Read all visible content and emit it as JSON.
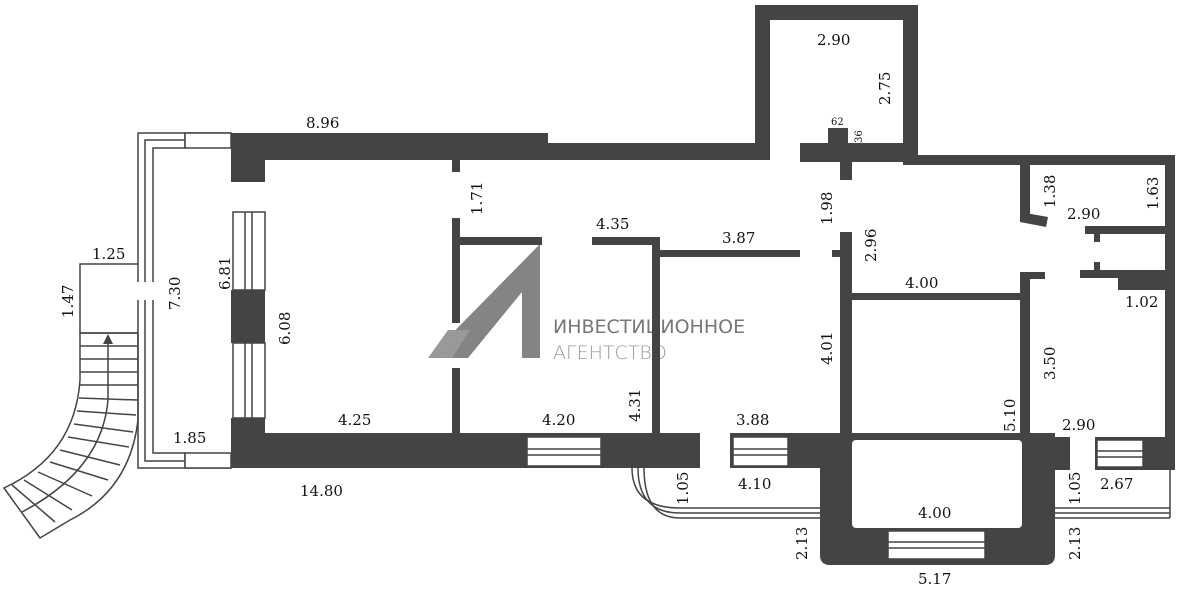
{
  "logo": {
    "line1": "ИНВЕСТИЦИОННОЕ",
    "line2": "АГЕНТСТВО",
    "mark": "A1"
  },
  "colors": {
    "wall": "#444444",
    "logo": "#777777"
  },
  "dimensions": {
    "top_left_wall": "8.96",
    "top_room_width": "2.90",
    "top_room_height": "2.75",
    "notch_w": "62",
    "notch_h": "36",
    "partition_top": "1.71",
    "room_a_width": "4.35",
    "room_b_width": "3.87",
    "door_gap": "1.98",
    "hall_height": "2.96",
    "right_wall_1": "1.38",
    "right_room_width": "2.90",
    "right_wall_2": "1.63",
    "hall_width": "4.00",
    "right_small": "1.02",
    "left_wall_outer": "6.81",
    "left_wall_inner": "6.08",
    "room_a_height": "4.31",
    "room_b_height": "4.01",
    "right_room_height": "3.50",
    "center_room_height": "5.10",
    "bottom_left": "4.25",
    "bottom_a": "4.20",
    "bottom_b": "3.88",
    "bottom_right_room": "2.90",
    "total_width": "14.80",
    "balcony_left_depth": "1.05",
    "bottom_b_outer": "4.10",
    "center_room_width": "4.00",
    "balcony_right_depth": "1.05",
    "right_outer": "2.67",
    "bay_left": "2.13",
    "bay_right": "2.13",
    "bay_width": "5.17",
    "terrace_height": "7.30",
    "terrace_top": "1.25",
    "terrace_bottom": "1.85",
    "stair_landing": "1.47"
  }
}
